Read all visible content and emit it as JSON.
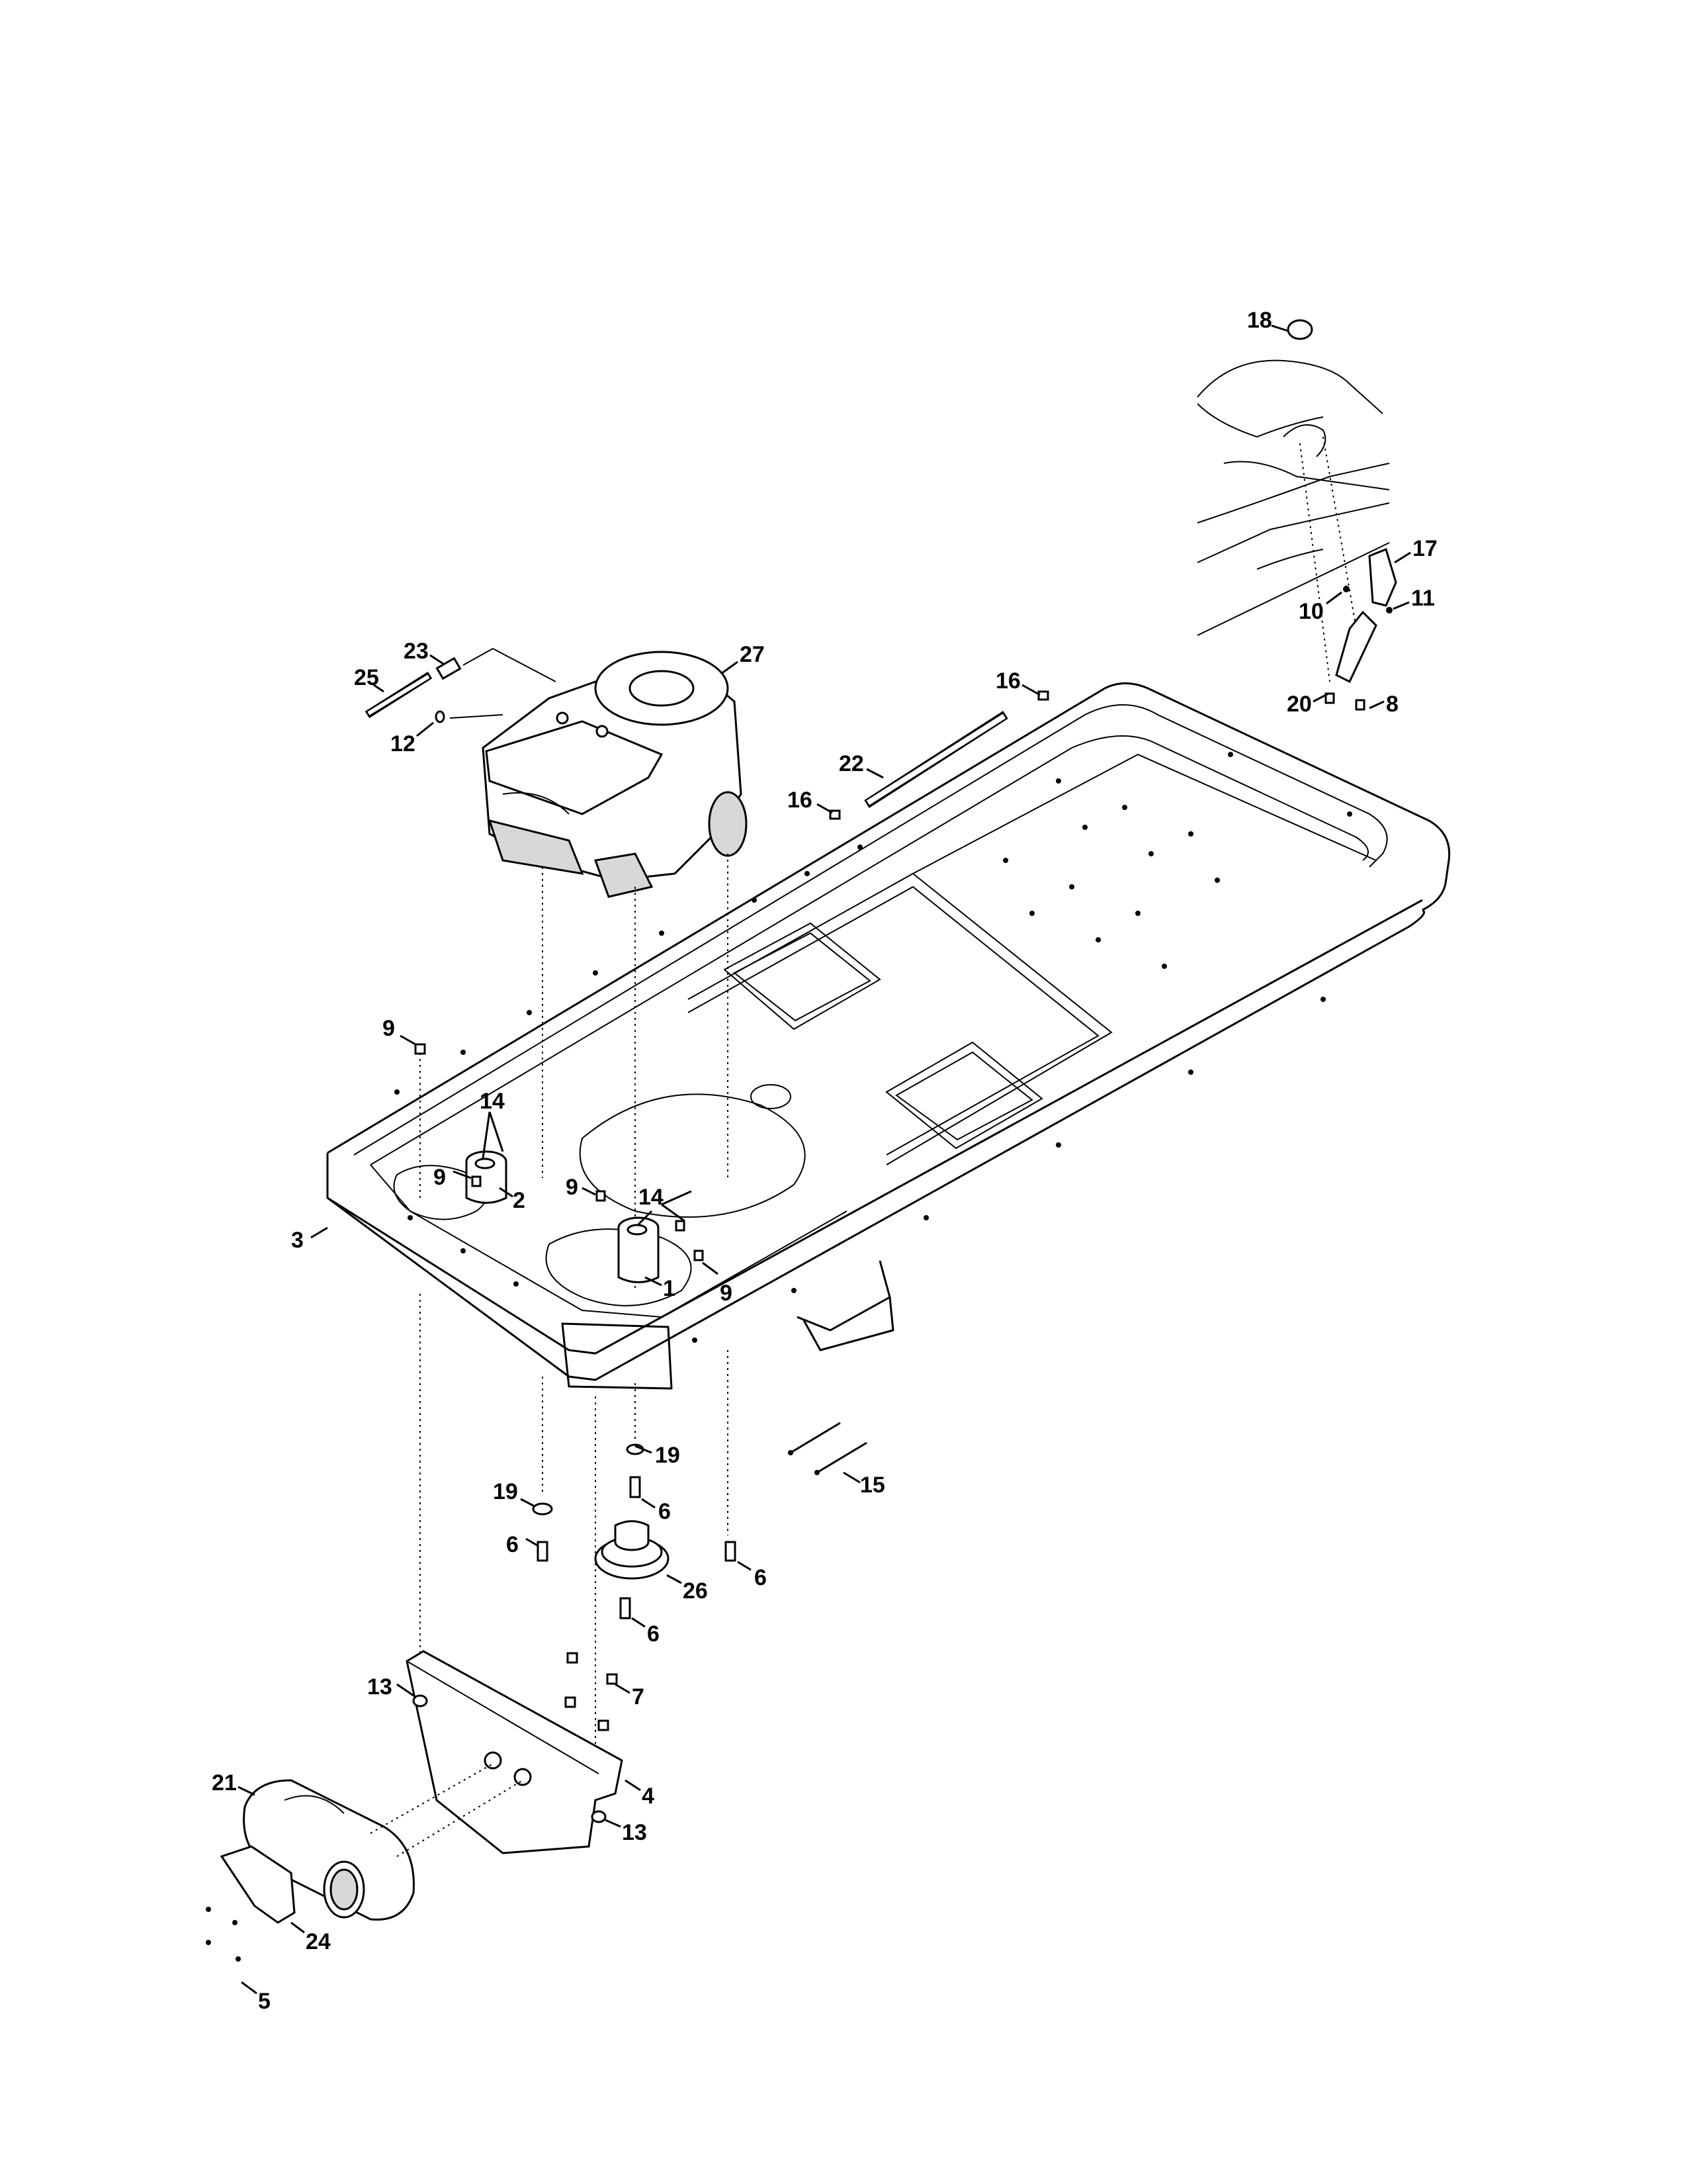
{
  "callouts": [
    {
      "id": "c1",
      "text": "1"
    },
    {
      "id": "c2",
      "text": "2"
    },
    {
      "id": "c3",
      "text": "3"
    },
    {
      "id": "c4",
      "text": "4"
    },
    {
      "id": "c5",
      "text": "5"
    },
    {
      "id": "c6a",
      "text": "6"
    },
    {
      "id": "c6b",
      "text": "6"
    },
    {
      "id": "c6c",
      "text": "6"
    },
    {
      "id": "c6d",
      "text": "6"
    },
    {
      "id": "c7",
      "text": "7"
    },
    {
      "id": "c8",
      "text": "8"
    },
    {
      "id": "c9a",
      "text": "9"
    },
    {
      "id": "c9b",
      "text": "9"
    },
    {
      "id": "c9c",
      "text": "9"
    },
    {
      "id": "c9d",
      "text": "9"
    },
    {
      "id": "c10",
      "text": "10"
    },
    {
      "id": "c11",
      "text": "11"
    },
    {
      "id": "c12",
      "text": "12"
    },
    {
      "id": "c13a",
      "text": "13"
    },
    {
      "id": "c13b",
      "text": "13"
    },
    {
      "id": "c14a",
      "text": "14"
    },
    {
      "id": "c14b",
      "text": "14"
    },
    {
      "id": "c15",
      "text": "15"
    },
    {
      "id": "c16a",
      "text": "16"
    },
    {
      "id": "c16b",
      "text": "16"
    },
    {
      "id": "c17",
      "text": "17"
    },
    {
      "id": "c18",
      "text": "18"
    },
    {
      "id": "c19a",
      "text": "19"
    },
    {
      "id": "c19b",
      "text": "19"
    },
    {
      "id": "c20",
      "text": "20"
    },
    {
      "id": "c21",
      "text": "21"
    },
    {
      "id": "c22",
      "text": "22"
    },
    {
      "id": "c23",
      "text": "23"
    },
    {
      "id": "c24",
      "text": "24"
    },
    {
      "id": "c25",
      "text": "25"
    },
    {
      "id": "c26",
      "text": "26"
    },
    {
      "id": "c27",
      "text": "27"
    }
  ]
}
